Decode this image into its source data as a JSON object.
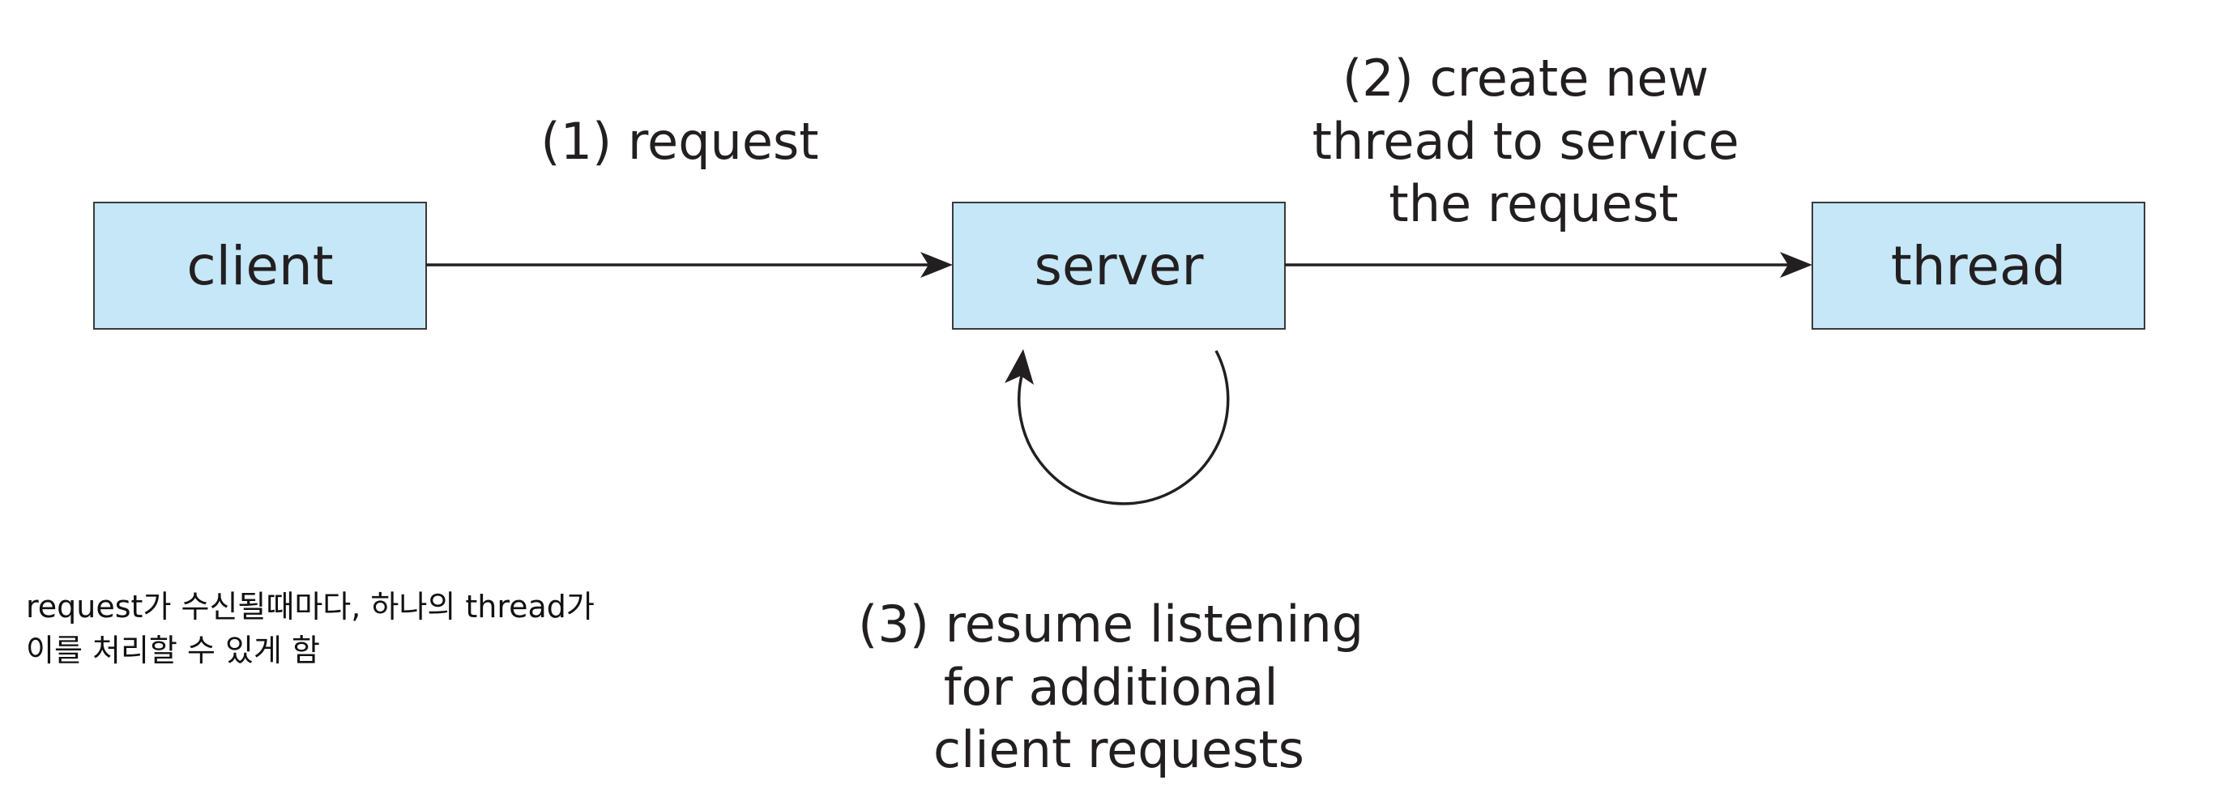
{
  "nodes": {
    "client": "client",
    "server": "server",
    "thread": "thread"
  },
  "edges": {
    "request": "(1) request",
    "create_thread": [
      "(2) create new",
      "thread to service",
      "the request"
    ],
    "resume_listening": [
      "(3) resume listening",
      "for additional",
      "client requests"
    ]
  },
  "note": {
    "line1": "request가 수신될때마다, 하나의 thread가",
    "line2": "이를 처리할 수 있게 함"
  },
  "colors": {
    "box_fill": "#c5e7f7",
    "line": "#231f20"
  }
}
